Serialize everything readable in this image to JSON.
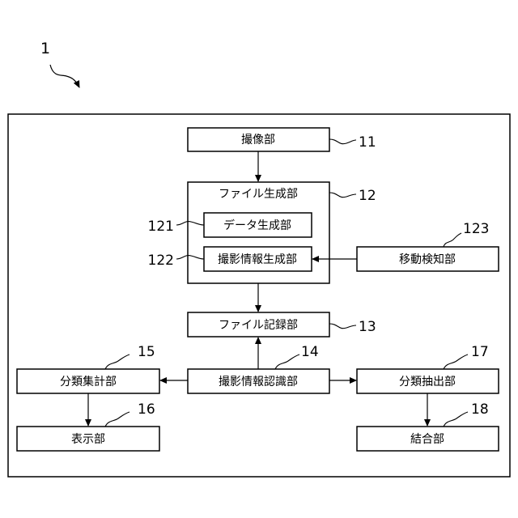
{
  "figure": {
    "ref_system": "1",
    "blocks": {
      "imaging": "撮像部",
      "file_gen": "ファイル生成部",
      "data_gen": "データ生成部",
      "shoot_info_gen": "撮影情報生成部",
      "motion_detect": "移動検知部",
      "file_record": "ファイル記録部",
      "shoot_info_recog": "撮影情報認識部",
      "class_tally": "分類集計部",
      "display": "表示部",
      "class_extract": "分類抽出部",
      "combine": "結合部"
    },
    "refs": {
      "imaging": "11",
      "file_gen": "12",
      "data_gen": "121",
      "shoot_info_gen": "122",
      "motion_detect": "123",
      "file_record": "13",
      "shoot_info_recog": "14",
      "class_tally": "15",
      "display": "16",
      "class_extract": "17",
      "combine": "18"
    }
  }
}
